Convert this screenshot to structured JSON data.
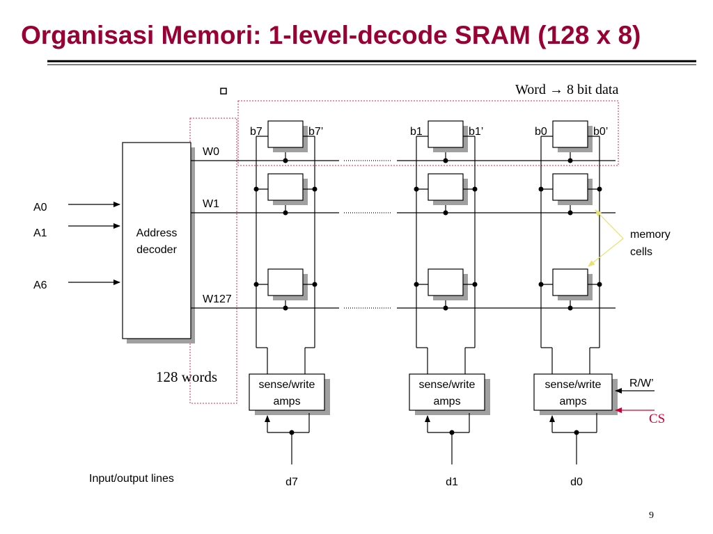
{
  "title": "Organisasi Memori: 1-level-decode SRAM (128 x 8)",
  "word_caption": {
    "word": "Word",
    "arrow": "→",
    "rest": "8 bit data"
  },
  "decoder": {
    "line1": "Address",
    "line2": "decoder"
  },
  "address_inputs": [
    "A0",
    "A1",
    "A6"
  ],
  "word_lines": [
    "W0",
    "W1",
    "W127"
  ],
  "bit_labels": [
    {
      "bit": "b7",
      "bitbar": "b7’"
    },
    {
      "bit": "b1",
      "bitbar": "b1’"
    },
    {
      "bit": "b0",
      "bitbar": "b0’"
    }
  ],
  "amp": {
    "line1": "sense/write",
    "line2": "amps"
  },
  "data_outputs": [
    "d7",
    "d1",
    "d0"
  ],
  "words_caption": "128 words",
  "memory_cells_label": {
    "line1": "memory",
    "line2": "cells"
  },
  "rw_label": "R/W’",
  "cs_label": "CS",
  "io_label": "Input/output lines",
  "page_number": "9",
  "colors": {
    "title": "#990033",
    "cs": "#cc0033",
    "dotted_box": "#e0204a",
    "shadow": "#a0a0a0",
    "callout": "#e8e070"
  }
}
